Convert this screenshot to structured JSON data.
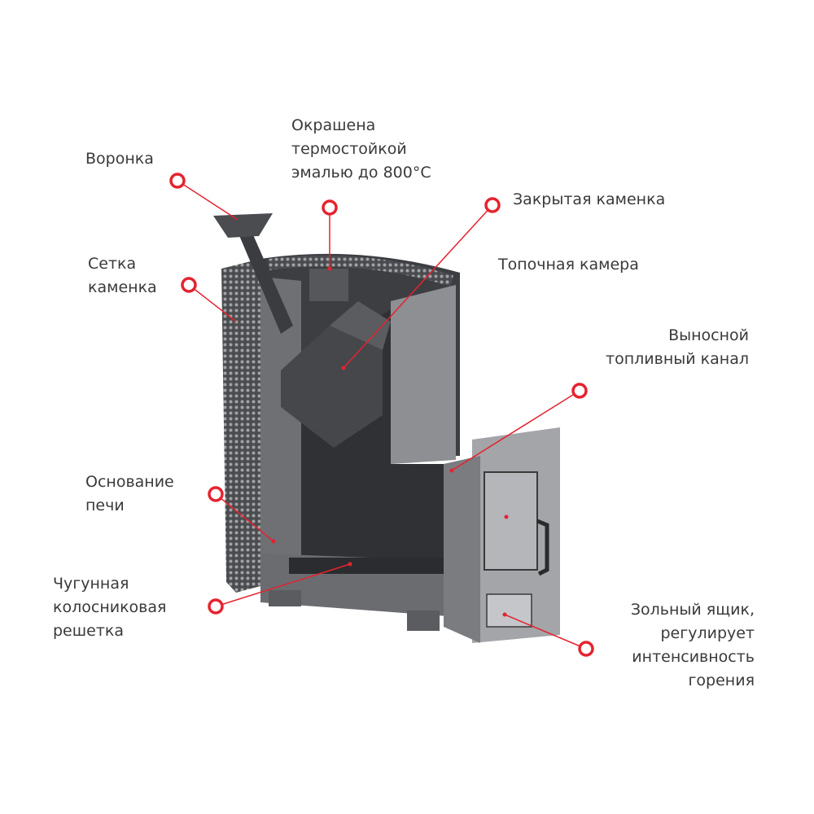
{
  "colors": {
    "marker": "#e5232f",
    "steel_dark": "#3c3e42",
    "steel_mid": "#5a5c60",
    "steel_light": "#8d8f93",
    "text": "#3a3a3a"
  },
  "labels": {
    "funnel": [
      "Воронка"
    ],
    "enamel": [
      "Окрашена",
      "термостойкой",
      "эмалью до 800°C"
    ],
    "closed_heater": [
      "Закрытая каменка"
    ],
    "firebox": [
      "Топочная камера"
    ],
    "mesh_heater": [
      "Сетка",
      "каменка"
    ],
    "fuel_channel": [
      "Выносной",
      "топливный канал"
    ],
    "base": [
      "Основание",
      "печи"
    ],
    "grate": [
      "Чугунная",
      "колосниковая",
      "решетка"
    ],
    "ash_box": [
      "Зольный ящик,",
      "регулирует",
      "интенсивность",
      "горения"
    ]
  }
}
